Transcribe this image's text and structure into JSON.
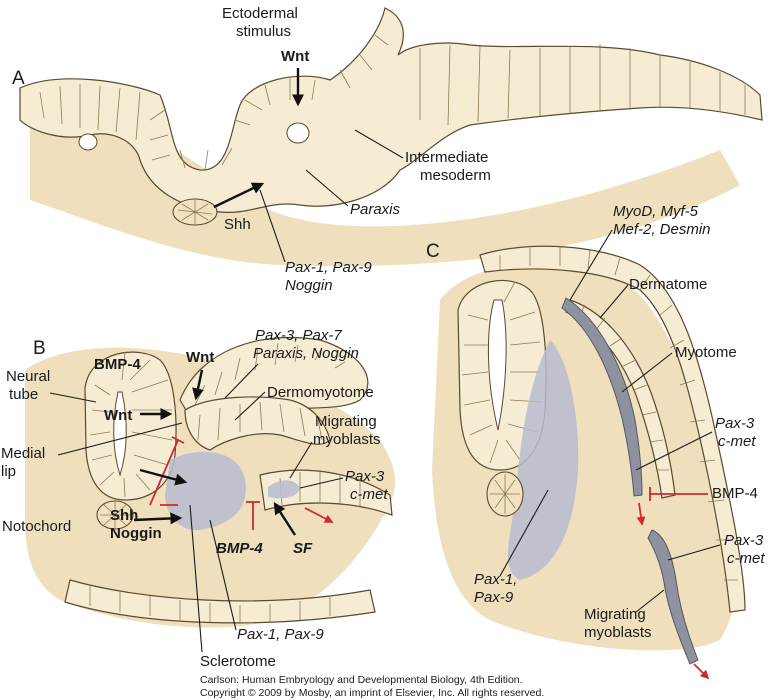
{
  "panels": {
    "a": "A",
    "b": "B",
    "c": "C"
  },
  "panel_a": {
    "stimulus_line1": "Ectodermal",
    "stimulus_line2": "stimulus",
    "wnt": "Wnt",
    "intermediate_line1": "Intermediate",
    "intermediate_line2": "mesoderm",
    "paraxis": "Paraxis",
    "shh": "Shh",
    "pax_line1": "Pax-1, Pax-9",
    "pax_line2": "Noggin"
  },
  "panel_b": {
    "pax3_line1": "Pax-3, Pax-7",
    "pax3_line2": "Paraxis, Noggin",
    "bmp4_top": "BMP-4",
    "wnt_top": "Wnt",
    "neural_line1": "Neural",
    "neural_line2": "tube",
    "dermomyotome": "Dermomyotome",
    "wnt_left": "Wnt",
    "migrating_line1": "Migrating",
    "migrating_line2": "myoblasts",
    "medial_line1": "Medial",
    "medial_line2": "lip",
    "cmet_line1": "Pax-3",
    "cmet_line2": "c-met",
    "shh": "Shh",
    "noggin": "Noggin",
    "notochord": "Notochord",
    "bmp4_bottom": "BMP-4",
    "sf": "SF",
    "pax_bottom": "Pax-1, Pax-9",
    "sclerotome": "Sclerotome"
  },
  "panel_c": {
    "myod_line1": "MyoD, Myf-5",
    "myod_line2": "Mef-2, Desmin",
    "dermatome": "Dermatome",
    "myotome": "Myotome",
    "cmet1_line1": "Pax-3",
    "cmet1_line2": "c-met",
    "bmp4": "BMP-4",
    "cmet2_line1": "Pax-3",
    "cmet2_line2": "c-met",
    "pax_line1": "Pax-1,",
    "pax_line2": "Pax-9",
    "migrating_line1": "Migrating",
    "migrating_line2": "myoblasts"
  },
  "caption": {
    "line1": "Carlson: Human Embryology and Developmental Biology, 4th Edition.",
    "line2": "Copyright © 2009 by Mosby, an imprint of Elsevier, Inc. All rights reserved."
  },
  "colors": {
    "tissue": "#f6ecd3",
    "mesenchyme": "#efdfbd",
    "sclerotome": "#b8bcd0",
    "myotome": "#8e929e",
    "inhibition": "#d02a2a"
  }
}
